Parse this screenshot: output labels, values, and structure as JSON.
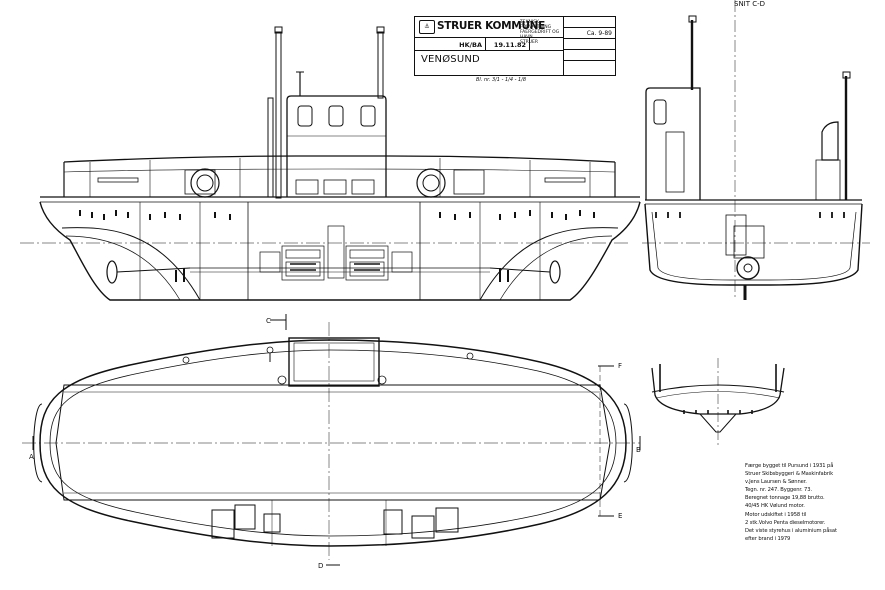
{
  "title_block": {
    "organization": "STRUER KOMMUNE",
    "department_lines": [
      "TEKNISK FORVALTNING",
      "FAERGEDRIFT OG HAVN",
      "STRUER"
    ],
    "drawn_label": "HK/BA",
    "drawing_date": "19.11.82",
    "vessel_name": "VENØSUND",
    "sheet_number": "Ca. 9-89",
    "scribble": "Bl. nr. 3/1 - 1/4 - 1/8"
  },
  "section_labels": {
    "top_partial": "SNIT C-D",
    "c": "C",
    "d": "D",
    "a": "A",
    "b": "B",
    "e": "E",
    "f": "F"
  },
  "notes": [
    "Færge bygget til Pursund i 1931 på",
    "Struer Skibsbyggeri & Maskinfabrik",
    "v.Jens Laursen & Sønner.",
    "Tegn. nr. 247.  Byggenr. 73.",
    "Beregnet tonnage 19,88 brutto.",
    "40/45 HK Vølund motor.",
    "Motor udskiftet i 1958 til",
    "2 stk.Volvo Penta dieselmotorer.",
    "Det viste styrehus i aluminium påsat",
    "efter brand i 1979"
  ],
  "colors": {
    "ink": "#111111",
    "paper": "#ffffff"
  }
}
